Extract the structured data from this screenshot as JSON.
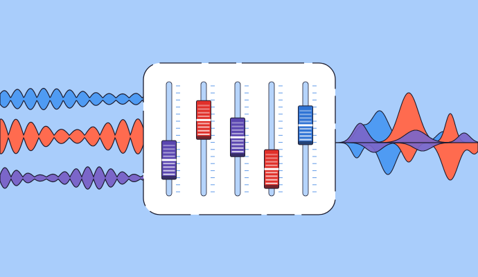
{
  "illustration": {
    "background_color": "#a9cdfb",
    "panel_color": "#ffffff",
    "outline_color": "#1b1b2e",
    "track_color": "#b6d4fb",
    "tick_color": "#5f9ae8",
    "inputs": [
      {
        "color": "#4f9bf3"
      },
      {
        "color": "#ff6b4f"
      },
      {
        "color": "#7b66c9"
      }
    ],
    "output": {
      "colors": [
        "#4f9bf3",
        "#ff6b4f",
        "#7b66c9"
      ]
    },
    "faders": [
      {
        "color": "#5a46b0",
        "level": 0.22
      },
      {
        "color": "#e0302a",
        "level": 0.75
      },
      {
        "color": "#5a46b0",
        "level": 0.52
      },
      {
        "color": "#e0302a",
        "level": 0.1
      },
      {
        "color": "#2f73d4",
        "level": 0.68
      }
    ]
  }
}
